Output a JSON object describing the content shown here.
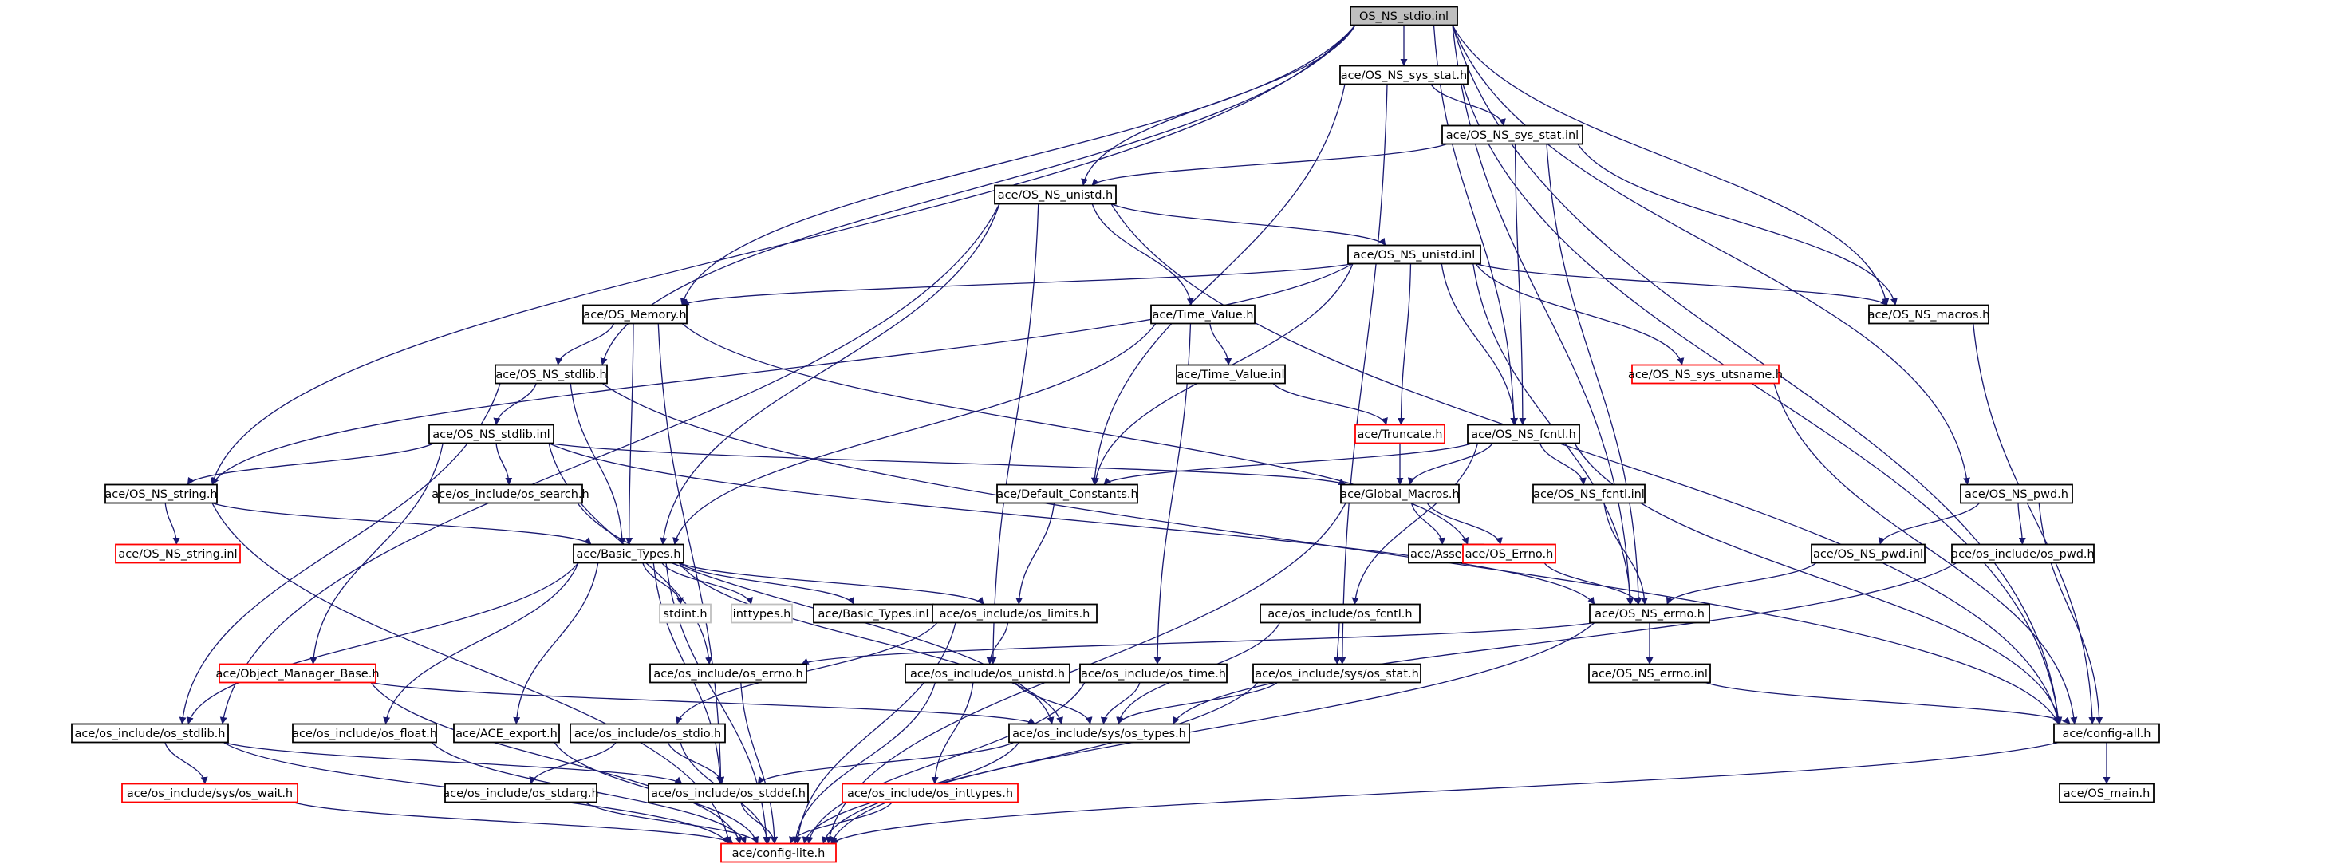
{
  "diagram": {
    "title": "OS_NS_stdio.inl",
    "colors": {
      "edge": "#191970",
      "node_border": "#000000",
      "root_fill": "#bfbfbf",
      "truncated_border": "#ff0000",
      "external_border": "#bfbfbf",
      "external_text": "#000000"
    },
    "nodes": [
      {
        "id": "root",
        "label": "OS_NS_stdio.inl",
        "kind": "root"
      },
      {
        "id": "sys_stat_h",
        "label": "ace/OS_NS_sys_stat.h",
        "kind": "normal"
      },
      {
        "id": "sys_stat_inl",
        "label": "ace/OS_NS_sys_stat.inl",
        "kind": "normal"
      },
      {
        "id": "unistd_h",
        "label": "ace/OS_NS_unistd.h",
        "kind": "normal"
      },
      {
        "id": "unistd_inl",
        "label": "ace/OS_NS_unistd.inl",
        "kind": "normal"
      },
      {
        "id": "memory_h",
        "label": "ace/OS_Memory.h",
        "kind": "normal"
      },
      {
        "id": "time_value_h",
        "label": "ace/Time_Value.h",
        "kind": "normal"
      },
      {
        "id": "time_value_inl",
        "label": "ace/Time_Value.inl",
        "kind": "normal"
      },
      {
        "id": "macros_h",
        "label": "ace/OS_NS_macros.h",
        "kind": "normal"
      },
      {
        "id": "utsname_h",
        "label": "ace/OS_NS_sys_utsname.h",
        "kind": "truncated"
      },
      {
        "id": "stdlib_h",
        "label": "ace/OS_NS_stdlib.h",
        "kind": "normal"
      },
      {
        "id": "truncate_h",
        "label": "ace/Truncate.h",
        "kind": "truncated"
      },
      {
        "id": "fcntl_h",
        "label": "ace/OS_NS_fcntl.h",
        "kind": "normal"
      },
      {
        "id": "stdlib_inl",
        "label": "ace/OS_NS_stdlib.inl",
        "kind": "normal"
      },
      {
        "id": "string_h",
        "label": "ace/OS_NS_string.h",
        "kind": "normal"
      },
      {
        "id": "os_search_h",
        "label": "ace/os_include/os_search.h",
        "kind": "normal"
      },
      {
        "id": "default_constants_h",
        "label": "ace/Default_Constants.h",
        "kind": "normal"
      },
      {
        "id": "global_macros_h",
        "label": "ace/Global_Macros.h",
        "kind": "normal"
      },
      {
        "id": "fcntl_inl",
        "label": "ace/OS_NS_fcntl.inl",
        "kind": "normal"
      },
      {
        "id": "pwd_h",
        "label": "ace/OS_NS_pwd.h",
        "kind": "normal"
      },
      {
        "id": "string_inl",
        "label": "ace/OS_NS_string.inl",
        "kind": "truncated"
      },
      {
        "id": "basic_types_h",
        "label": "ace/Basic_Types.h",
        "kind": "normal"
      },
      {
        "id": "assert_h",
        "label": "ace/Assert.h",
        "kind": "normal"
      },
      {
        "id": "errno_h_ace",
        "label": "ace/OS_Errno.h",
        "kind": "truncated"
      },
      {
        "id": "pwd_inl",
        "label": "ace/OS_NS_pwd.inl",
        "kind": "normal"
      },
      {
        "id": "os_pwd_h",
        "label": "ace/os_include/os_pwd.h",
        "kind": "normal"
      },
      {
        "id": "stdint_h",
        "label": "stdint.h",
        "kind": "external"
      },
      {
        "id": "inttypes_h",
        "label": "inttypes.h",
        "kind": "external"
      },
      {
        "id": "basic_types_inl",
        "label": "ace/Basic_Types.inl",
        "kind": "normal"
      },
      {
        "id": "os_limits_h",
        "label": "ace/os_include/os_limits.h",
        "kind": "normal"
      },
      {
        "id": "os_fcntl_h",
        "label": "ace/os_include/os_fcntl.h",
        "kind": "normal"
      },
      {
        "id": "ns_errno_h",
        "label": "ace/OS_NS_errno.h",
        "kind": "normal"
      },
      {
        "id": "object_manager_base_h",
        "label": "ace/Object_Manager_Base.h",
        "kind": "truncated"
      },
      {
        "id": "os_errno_h",
        "label": "ace/os_include/os_errno.h",
        "kind": "normal"
      },
      {
        "id": "os_unistd_h",
        "label": "ace/os_include/os_unistd.h",
        "kind": "normal"
      },
      {
        "id": "os_time_h",
        "label": "ace/os_include/os_time.h",
        "kind": "normal"
      },
      {
        "id": "os_sys_stat_h",
        "label": "ace/os_include/sys/os_stat.h",
        "kind": "normal"
      },
      {
        "id": "ns_errno_inl",
        "label": "ace/OS_NS_errno.inl",
        "kind": "normal"
      },
      {
        "id": "os_stdlib_h",
        "label": "ace/os_include/os_stdlib.h",
        "kind": "normal"
      },
      {
        "id": "os_float_h",
        "label": "ace/os_include/os_float.h",
        "kind": "normal"
      },
      {
        "id": "ace_export_h",
        "label": "ace/ACE_export.h",
        "kind": "normal"
      },
      {
        "id": "os_stdio_h",
        "label": "ace/os_include/os_stdio.h",
        "kind": "normal"
      },
      {
        "id": "os_sys_types_h",
        "label": "ace/os_include/sys/os_types.h",
        "kind": "normal"
      },
      {
        "id": "config_all_h",
        "label": "ace/config-all.h",
        "kind": "normal"
      },
      {
        "id": "os_sys_wait_h",
        "label": "ace/os_include/sys/os_wait.h",
        "kind": "truncated"
      },
      {
        "id": "os_stdarg_h",
        "label": "ace/os_include/os_stdarg.h",
        "kind": "normal"
      },
      {
        "id": "os_stddef_h",
        "label": "ace/os_include/os_stddef.h",
        "kind": "normal"
      },
      {
        "id": "os_inttypes_h",
        "label": "ace/os_include/os_inttypes.h",
        "kind": "truncated"
      },
      {
        "id": "os_main_h",
        "label": "ace/OS_main.h",
        "kind": "normal"
      },
      {
        "id": "config_lite_h",
        "label": "ace/config-lite.h",
        "kind": "truncated"
      }
    ],
    "edges": [
      [
        "root",
        "sys_stat_h"
      ],
      [
        "root",
        "unistd_h"
      ],
      [
        "root",
        "memory_h"
      ],
      [
        "root",
        "stdlib_h"
      ],
      [
        "root",
        "string_h"
      ],
      [
        "root",
        "fcntl_h"
      ],
      [
        "root",
        "macros_h"
      ],
      [
        "root",
        "pwd_h"
      ],
      [
        "root",
        "ns_errno_h"
      ],
      [
        "root",
        "config_all_h"
      ],
      [
        "sys_stat_h",
        "sys_stat_inl"
      ],
      [
        "sys_stat_h",
        "default_constants_h"
      ],
      [
        "sys_stat_h",
        "os_sys_stat_h"
      ],
      [
        "sys_stat_h",
        "config_all_h"
      ],
      [
        "sys_stat_inl",
        "unistd_h"
      ],
      [
        "sys_stat_inl",
        "fcntl_h"
      ],
      [
        "sys_stat_inl",
        "macros_h"
      ],
      [
        "sys_stat_inl",
        "ns_errno_h"
      ],
      [
        "unistd_h",
        "unistd_inl"
      ],
      [
        "unistd_h",
        "time_value_h"
      ],
      [
        "unistd_h",
        "basic_types_h"
      ],
      [
        "unistd_h",
        "os_unistd_h"
      ],
      [
        "unistd_h",
        "os_stdlib_h"
      ],
      [
        "unistd_h",
        "config_all_h"
      ],
      [
        "unistd_inl",
        "memory_h"
      ],
      [
        "unistd_inl",
        "macros_h"
      ],
      [
        "unistd_inl",
        "utsname_h"
      ],
      [
        "unistd_inl",
        "truncate_h"
      ],
      [
        "unistd_inl",
        "fcntl_h"
      ],
      [
        "unistd_inl",
        "default_constants_h"
      ],
      [
        "unistd_inl",
        "ns_errno_h"
      ],
      [
        "unistd_inl",
        "string_h"
      ],
      [
        "memory_h",
        "stdlib_h"
      ],
      [
        "memory_h",
        "basic_types_h"
      ],
      [
        "memory_h",
        "errno_h_ace"
      ],
      [
        "memory_h",
        "os_stddef_h"
      ],
      [
        "time_value_h",
        "time_value_inl"
      ],
      [
        "time_value_h",
        "basic_types_h"
      ],
      [
        "time_value_h",
        "os_time_h"
      ],
      [
        "time_value_inl",
        "truncate_h"
      ],
      [
        "macros_h",
        "config_all_h"
      ],
      [
        "utsname_h",
        "config_all_h"
      ],
      [
        "stdlib_h",
        "stdlib_inl"
      ],
      [
        "stdlib_h",
        "basic_types_h"
      ],
      [
        "stdlib_h",
        "config_all_h"
      ],
      [
        "stdlib_h",
        "os_stdlib_h"
      ],
      [
        "truncate_h",
        "global_macros_h"
      ],
      [
        "fcntl_h",
        "fcntl_inl"
      ],
      [
        "fcntl_h",
        "global_macros_h"
      ],
      [
        "fcntl_h",
        "default_constants_h"
      ],
      [
        "fcntl_h",
        "os_fcntl_h"
      ],
      [
        "fcntl_h",
        "config_all_h"
      ],
      [
        "stdlib_inl",
        "string_h"
      ],
      [
        "stdlib_inl",
        "os_search_h"
      ],
      [
        "stdlib_inl",
        "global_macros_h"
      ],
      [
        "stdlib_inl",
        "object_manager_base_h"
      ],
      [
        "stdlib_inl",
        "ns_errno_h"
      ],
      [
        "stdlib_inl",
        "os_errno_h"
      ],
      [
        "string_h",
        "string_inl"
      ],
      [
        "string_h",
        "basic_types_h"
      ],
      [
        "string_h",
        "config_lite_h"
      ],
      [
        "os_search_h",
        "os_sys_types_h"
      ],
      [
        "default_constants_h",
        "os_limits_h"
      ],
      [
        "global_macros_h",
        "errno_h_ace"
      ],
      [
        "global_macros_h",
        "assert_h"
      ],
      [
        "global_macros_h",
        "config_lite_h"
      ],
      [
        "fcntl_inl",
        "ns_errno_h"
      ],
      [
        "pwd_h",
        "pwd_inl"
      ],
      [
        "pwd_h",
        "os_pwd_h"
      ],
      [
        "pwd_h",
        "config_all_h"
      ],
      [
        "pwd_inl",
        "ns_errno_h"
      ],
      [
        "os_pwd_h",
        "os_sys_types_h"
      ],
      [
        "errno_h_ace",
        "ns_errno_h"
      ],
      [
        "basic_types_h",
        "stdint_h"
      ],
      [
        "basic_types_h",
        "inttypes_h"
      ],
      [
        "basic_types_h",
        "basic_types_inl"
      ],
      [
        "basic_types_h",
        "os_limits_h"
      ],
      [
        "basic_types_h",
        "os_stdlib_h"
      ],
      [
        "basic_types_h",
        "os_float_h"
      ],
      [
        "basic_types_h",
        "ace_export_h"
      ],
      [
        "basic_types_h",
        "os_stddef_h"
      ],
      [
        "basic_types_h",
        "os_sys_types_h"
      ],
      [
        "basic_types_h",
        "config_lite_h"
      ],
      [
        "os_limits_h",
        "os_unistd_h"
      ],
      [
        "os_limits_h",
        "os_stdio_h"
      ],
      [
        "os_limits_h",
        "config_lite_h"
      ],
      [
        "os_fcntl_h",
        "os_sys_stat_h"
      ],
      [
        "os_fcntl_h",
        "os_sys_types_h"
      ],
      [
        "ns_errno_h",
        "ns_errno_inl"
      ],
      [
        "ns_errno_h",
        "os_errno_h"
      ],
      [
        "ns_errno_h",
        "config_lite_h"
      ],
      [
        "object_manager_base_h",
        "os_sys_types_h"
      ],
      [
        "object_manager_base_h",
        "config_lite_h"
      ],
      [
        "os_errno_h",
        "config_lite_h"
      ],
      [
        "os_unistd_h",
        "os_sys_types_h"
      ],
      [
        "os_unistd_h",
        "os_inttypes_h"
      ],
      [
        "os_unistd_h",
        "config_lite_h"
      ],
      [
        "os_time_h",
        "os_sys_types_h"
      ],
      [
        "os_time_h",
        "config_lite_h"
      ],
      [
        "os_sys_stat_h",
        "os_sys_types_h"
      ],
      [
        "os_sys_stat_h",
        "config_lite_h"
      ],
      [
        "ns_errno_inl",
        "config_all_h"
      ],
      [
        "os_stdlib_h",
        "os_sys_wait_h"
      ],
      [
        "os_stdlib_h",
        "os_stddef_h"
      ],
      [
        "os_stdlib_h",
        "config_lite_h"
      ],
      [
        "os_float_h",
        "config_lite_h"
      ],
      [
        "ace_export_h",
        "config_lite_h"
      ],
      [
        "os_stdio_h",
        "os_stdarg_h"
      ],
      [
        "os_stdio_h",
        "os_stddef_h"
      ],
      [
        "os_stdio_h",
        "config_lite_h"
      ],
      [
        "os_sys_types_h",
        "os_stddef_h"
      ],
      [
        "os_sys_types_h",
        "config_lite_h"
      ],
      [
        "config_all_h",
        "os_main_h"
      ],
      [
        "config_all_h",
        "config_lite_h"
      ],
      [
        "os_sys_wait_h",
        "config_lite_h"
      ],
      [
        "os_stdarg_h",
        "config_lite_h"
      ],
      [
        "os_stddef_h",
        "config_lite_h"
      ],
      [
        "os_inttypes_h",
        "config_lite_h"
      ]
    ]
  }
}
